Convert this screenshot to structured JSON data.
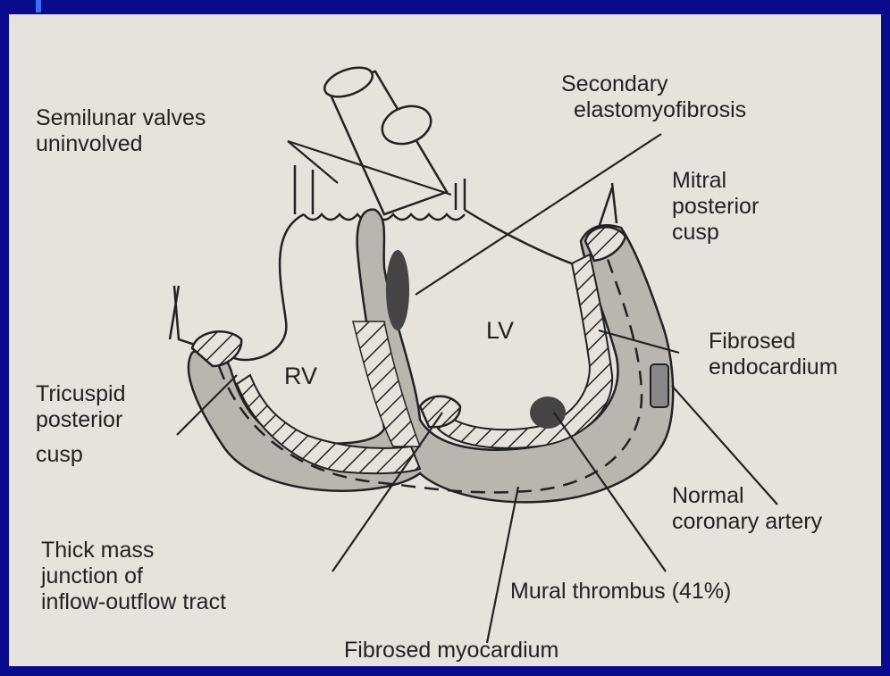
{
  "labels": {
    "semilunar_1": "Semilunar valves",
    "semilunar_2": "uninvolved",
    "secondary_1": "Secondary",
    "secondary_2": "elastomyofibrosis",
    "mitral_1": "Mitral",
    "mitral_2": "posterior",
    "mitral_3": "cusp",
    "lv": "LV",
    "rv": "RV",
    "fibrosed_endo_1": "Fibrosed",
    "fibrosed_endo_2": "endocardium",
    "tricuspid_1": "Tricuspid",
    "tricuspid_2": "posterior",
    "tricuspid_3": "cusp",
    "normal_coronary_1": "Normal",
    "normal_coronary_2": "coronary artery",
    "thick_mass_1": "Thick mass",
    "thick_mass_2": "junction of",
    "thick_mass_3": "inflow-outflow tract",
    "mural_thrombus": "Mural thrombus (41%)",
    "fibrosed_myo": "Fibrosed myocardium"
  },
  "colors": {
    "background": "#0a0a8c",
    "panel": "#e6e3dc",
    "myocardium": "#b9b6b0",
    "line": "#222222",
    "lesion": "#444444"
  }
}
